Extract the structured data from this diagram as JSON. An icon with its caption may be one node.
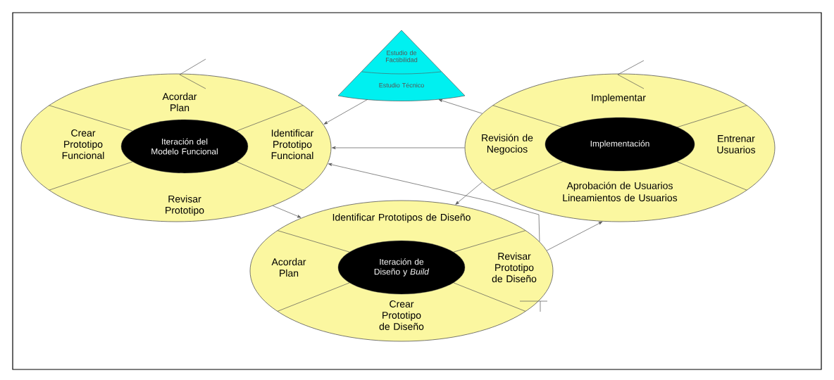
{
  "diagram": {
    "nodes": [
      {
        "text": [
          "Acordar Plan",
          "Identificar Prototipo Funcional",
          "Revisar Prototipo",
          "Crear Prototipo Funcional"
        ]
      },
      {
        "text": [
          "Iteración del Modelo Funcional"
        ],
        "in": 0
      },
      {
        "text": [
          "Estudio de Factibilidad",
          "Estudio Técnico"
        ]
      },
      {
        "text": [
          "Implementar",
          "Entrenar Usuarios",
          "Aprobación de Usuarios",
          "Lineamientos de Usuarios",
          "Revisión de Negocios"
        ]
      },
      {
        "text": [
          "Implementación"
        ],
        "in": 3
      },
      {
        "text": [
          "Identificar Prototipos de Diseño",
          "Revisar Prototipo de Diseño",
          "Crear Prototipo de Diseño",
          "Acordar Plan"
        ]
      },
      {
        "text": [
          "Iteración de Diseño y *Build*"
        ],
        "in": 5
      }
    ],
    "edges": [
      {
        "from": 2,
        "to": 0,
        "arrow": "to"
      },
      {
        "from": 3,
        "to": 2,
        "arrow": "to"
      },
      {
        "from": 3,
        "to": 0,
        "arrow": "to"
      },
      {
        "from": 5,
        "to": 0,
        "arrow": "to"
      },
      {
        "from": 0,
        "to": 5,
        "arrow": "to"
      },
      {
        "from": 3,
        "to": 5,
        "arrow": "to"
      },
      {
        "from": 5,
        "to": 3,
        "arrow": "to"
      }
    ]
  }
}
